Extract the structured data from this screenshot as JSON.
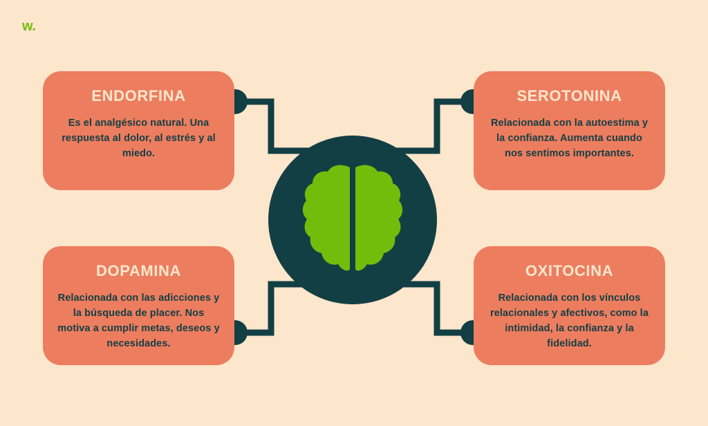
{
  "brand": {
    "logo_text": "w.",
    "logo_color": "#74bc0b"
  },
  "theme": {
    "background": "#fce6cc",
    "card_background": "#ed7d5f",
    "dark_teal": "#123f44",
    "brain_green": "#74bc0b",
    "title_color": "#fce6cc",
    "body_color": "#123f44"
  },
  "center": {
    "icon_name": "brain-icon",
    "circle_color": "#123f44",
    "brain_color": "#74bc0b"
  },
  "cards": [
    {
      "id": "endorfina",
      "position": "top-left",
      "title": "ENDORFINA",
      "body": "Es el analgésico natural. Una respuesta al dolor, al estrés y al miedo."
    },
    {
      "id": "serotonina",
      "position": "top-right",
      "title": "SEROTONINA",
      "body": "Relacionada con la autoestima y la confianza. Aumenta cuando nos sentimos importantes."
    },
    {
      "id": "dopamina",
      "position": "bottom-left",
      "title": "DOPAMINA",
      "body": "Relacionada con las adicciones y la búsqueda de placer. Nos motiva a cumplir metas, deseos y necesidades."
    },
    {
      "id": "oxitocina",
      "position": "bottom-right",
      "title": "OXITOCINA",
      "body": "Relacionada con los vínculos relacionales y afectivos, como la intimidad, la confianza y la fidelidad."
    }
  ],
  "connectors": [
    {
      "id": "connector-endorfina",
      "node_name": "connector-dot-top-left"
    },
    {
      "id": "connector-serotonina",
      "node_name": "connector-dot-top-right"
    },
    {
      "id": "connector-dopamina",
      "node_name": "connector-dot-bottom-left"
    },
    {
      "id": "connector-oxitocina",
      "node_name": "connector-dot-bottom-right"
    }
  ]
}
